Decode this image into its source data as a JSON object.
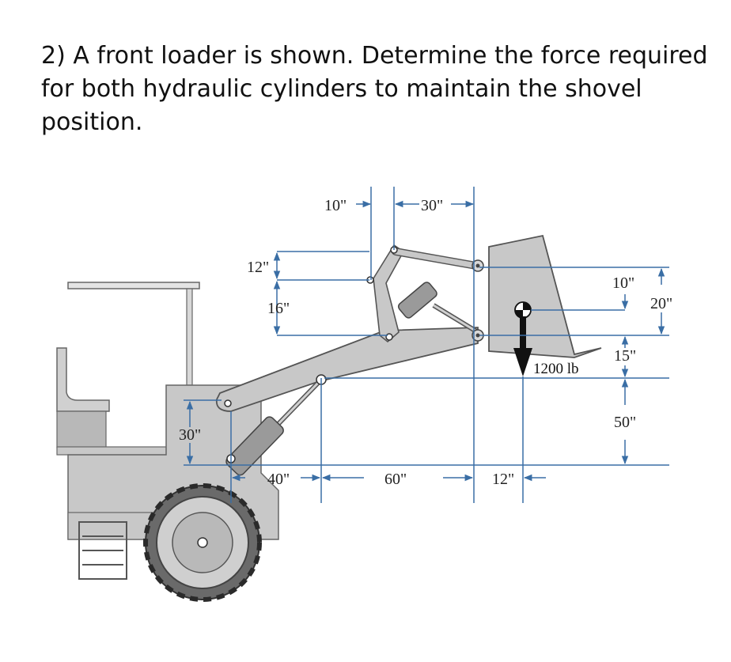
{
  "problem": {
    "text": "2) A front loader is shown. Determine the force required for both hydraulic cylinders to maintain the shovel position."
  },
  "figure": {
    "load_label": "1200 lb",
    "dimensions": {
      "top_left": "10\"",
      "top_right": "30\"",
      "arm_upper": "12\"",
      "arm_lower": "16\"",
      "pivot_height": "30\"",
      "base_left": "40\"",
      "base_mid": "60\"",
      "base_right": "12\"",
      "bucket_cg": "10\"",
      "bucket_height": "20\"",
      "tip_gap": "15\"",
      "lift_height": "50\""
    }
  },
  "colors": {
    "body_gray": "#c8c8c8",
    "dark_gray": "#8c8c8c",
    "dim_blue": "#3a6ea5",
    "outline": "#444444"
  }
}
